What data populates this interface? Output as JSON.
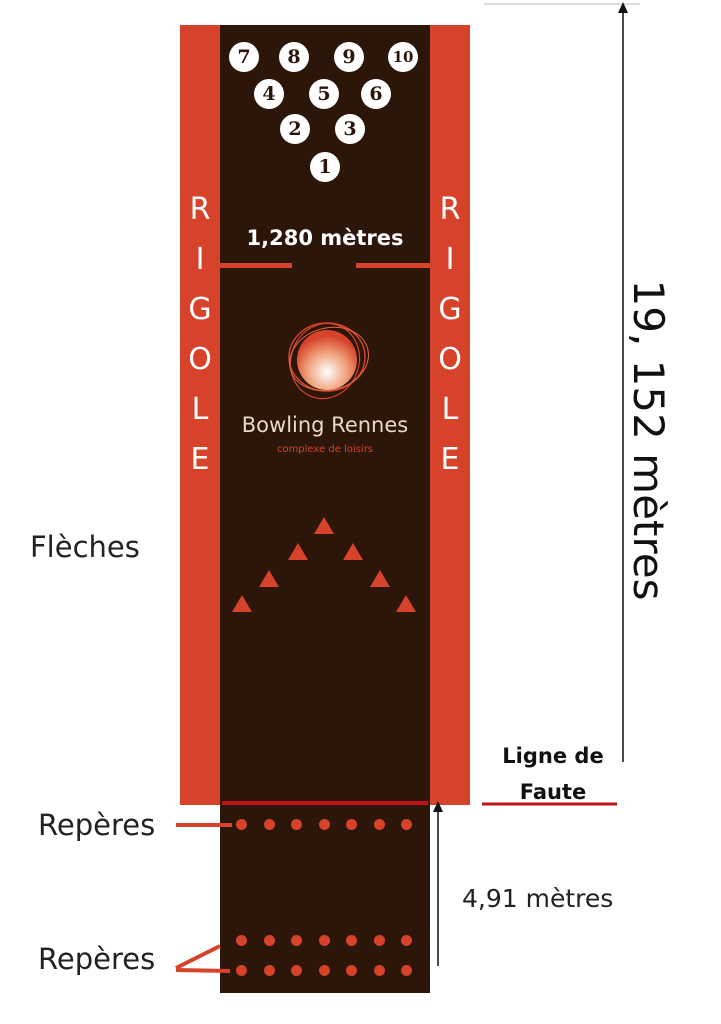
{
  "lane": {
    "pins": [
      {
        "number": "7"
      },
      {
        "number": "8"
      },
      {
        "number": "9"
      },
      {
        "number": "10"
      },
      {
        "number": "4"
      },
      {
        "number": "5"
      },
      {
        "number": "6"
      },
      {
        "number": "2"
      },
      {
        "number": "3"
      },
      {
        "number": "1"
      }
    ],
    "pin_deck_width_label": "1,280 mètres",
    "gutter_letters": [
      "R",
      "I",
      "G",
      "O",
      "L",
      "E"
    ],
    "logo": {
      "name": "Bowling Rennes",
      "tagline": "complexe de loisirs"
    }
  },
  "labels": {
    "arrows": "Flèches",
    "foul_line": "Ligne de Faute",
    "markers_top": "Repères",
    "markers_bottom": "Repères",
    "approach_length": "4,91 mètres",
    "lane_length": "19, 152 mètres"
  },
  "colors": {
    "lane": "#2c1509",
    "gutter": "#d6432a",
    "accent": "#d6432a",
    "foul_line": "#c0141b"
  }
}
